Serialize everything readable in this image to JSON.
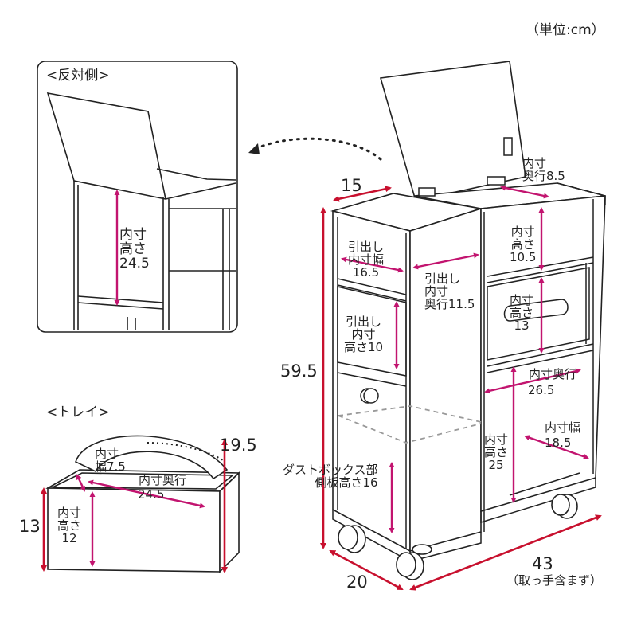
{
  "unit_note": "（単位:cm）",
  "views": {
    "reverse_side": {
      "title": "<反対側>",
      "inner_height": [
        "内寸",
        "高さ",
        "24.5"
      ]
    },
    "tray": {
      "title": "<トレイ>",
      "height_total": "19.5",
      "height_box": "13",
      "inner_width": [
        "内寸",
        "幅7.5"
      ],
      "inner_depth": "内寸奥行",
      "inner_depth_value": "24.5",
      "inner_height": [
        "内寸",
        "高さ",
        "12"
      ]
    },
    "main": {
      "width_top": "15",
      "total_height": "59.5",
      "depth": "20",
      "width_total": "43",
      "width_note": "（取っ手含まず）",
      "lid_depth": [
        "内寸",
        "奥行8.5"
      ],
      "drawer_top_width": [
        "引出し",
        "内寸幅",
        "16.5"
      ],
      "drawer_depth": [
        "引出し",
        "内寸",
        "奥行11.5"
      ],
      "drawer_height": [
        "引出し",
        "内寸",
        "高さ10"
      ],
      "right_top_height": [
        "内寸",
        "高さ",
        "10.5"
      ],
      "right_drawer_height": [
        "内寸",
        "高さ",
        "13"
      ],
      "right_depth": "内寸奥行",
      "right_depth_value": "26.5",
      "right_width": "内寸幅",
      "right_width_value": "18.5",
      "right_height": [
        "内寸",
        "高さ",
        "25"
      ],
      "dust_box": [
        "ダストボックス部",
        "側板高さ16"
      ]
    }
  }
}
